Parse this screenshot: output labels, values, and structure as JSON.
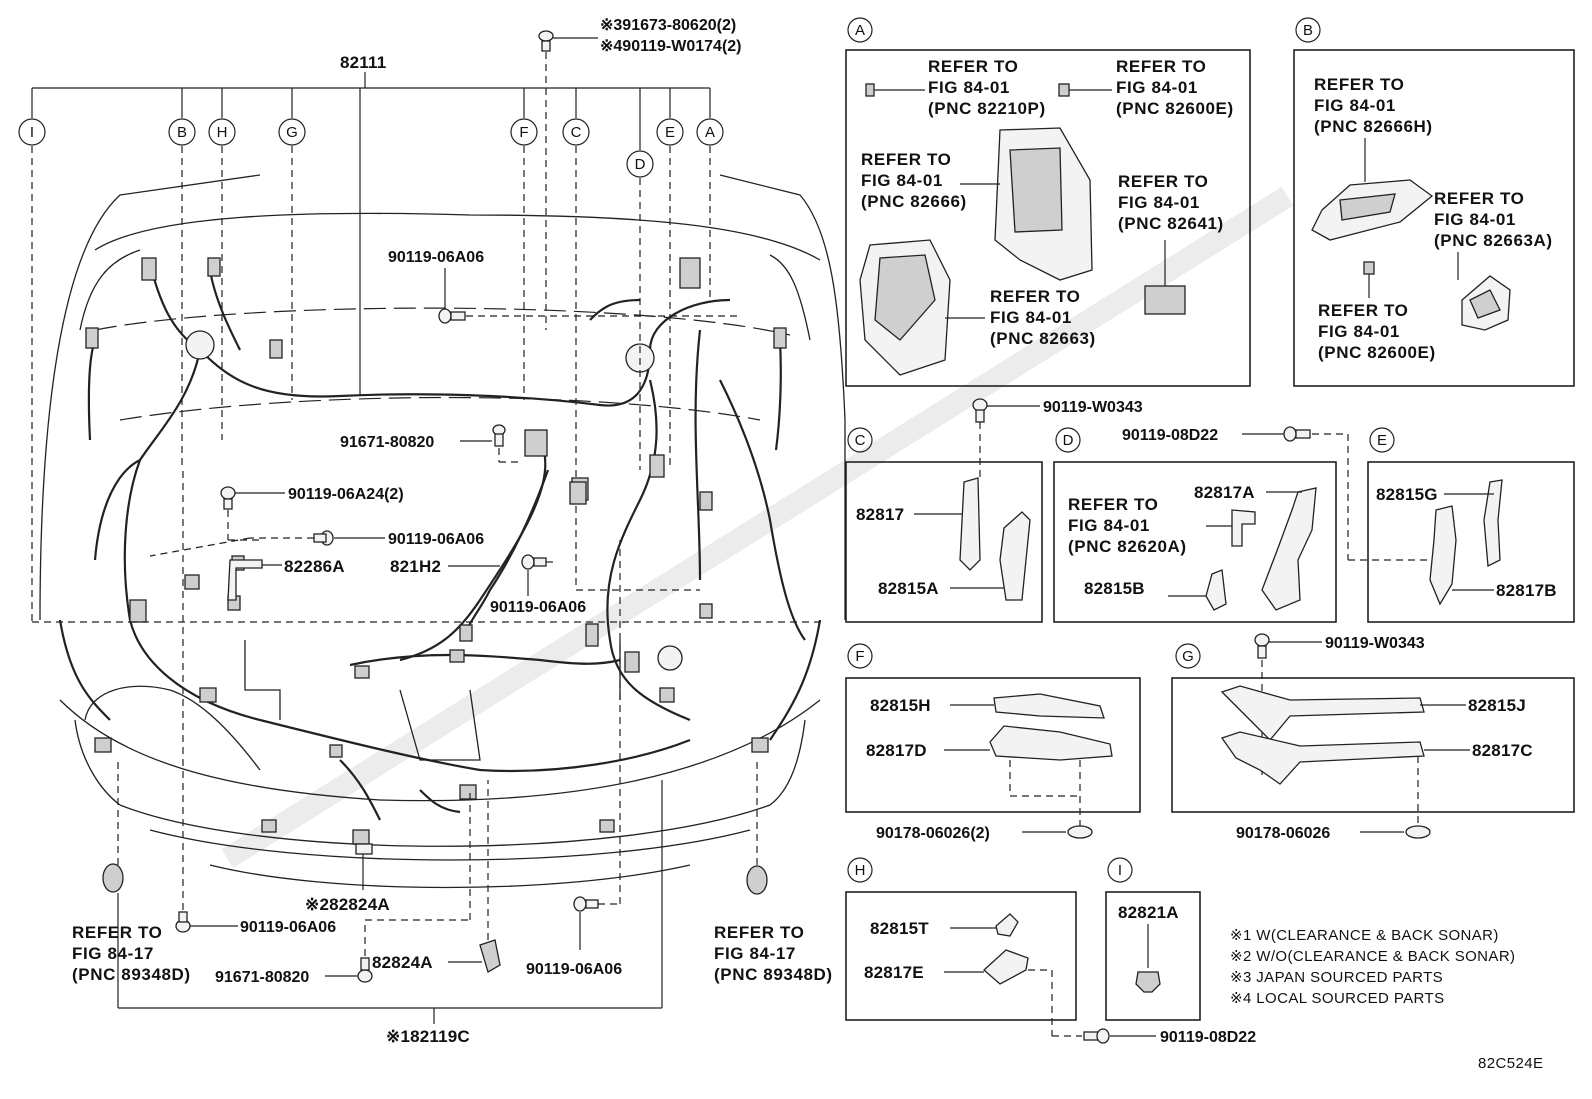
{
  "colors": {
    "ink": "#111111",
    "background": "#ffffff",
    "watermark": "#e2e2e2"
  },
  "main": {
    "top_part": "82111",
    "callouts": [
      "I",
      "B",
      "H",
      "G",
      "F",
      "C",
      "D",
      "E",
      "A"
    ],
    "labels": {
      "p_91673": "※391673-80620(2)",
      "p_90119_w0174": "※490119-W0174(2)",
      "p_90119_06A06_a": "90119-06A06",
      "p_91671_a": "91671-80820",
      "p_90119_06A24": "90119-06A24(2)",
      "p_90119_06A06_b": "90119-06A06",
      "p_82286A": "82286A",
      "p_821H2": "821H2",
      "p_90119_06A06_c": "90119-06A06",
      "p_82824A_note": "※282824A",
      "p_90119_06A06_d": "90119-06A06",
      "p_82824A": "82824A",
      "p_91671_b": "91671-80820",
      "p_90119_06A06_e": "90119-06A06",
      "p_82119C": "※182119C"
    },
    "ref_left": [
      "REFER TO",
      "FIG 84-17",
      "(PNC 89348D)"
    ],
    "ref_right": [
      "REFER TO",
      "FIG 84-17",
      "(PNC 89348D)"
    ]
  },
  "panel_A": {
    "letter": "A",
    "ref1": [
      "REFER TO",
      "FIG 84-01",
      "(PNC 82210P)"
    ],
    "ref2": [
      "REFER TO",
      "FIG 84-01",
      "(PNC 82600E)"
    ],
    "ref3": [
      "REFER TO",
      "FIG 84-01",
      "(PNC 82666)"
    ],
    "ref4": [
      "REFER TO",
      "FIG 84-01",
      "(PNC 82641)"
    ],
    "ref5": [
      "REFER TO",
      "FIG 84-01",
      "(PNC 82663)"
    ]
  },
  "panel_B": {
    "letter": "B",
    "ref1": [
      "REFER TO",
      "FIG 84-01",
      "(PNC 82666H)"
    ],
    "ref2": [
      "REFER TO",
      "FIG 84-01",
      "(PNC 82663A)"
    ],
    "ref3": [
      "REFER TO",
      "FIG 84-01",
      "(PNC 82600E)"
    ]
  },
  "panel_C": {
    "letter": "C",
    "bolt": "90119-W0343",
    "p1": "82817",
    "p2": "82815A"
  },
  "panel_D": {
    "letter": "D",
    "bolt": "90119-08D22",
    "p1": "82817A",
    "p2": "82815B",
    "ref": [
      "REFER TO",
      "FIG 84-01",
      "(PNC 82620A)"
    ]
  },
  "panel_E": {
    "letter": "E",
    "p1": "82815G",
    "p2": "82817B"
  },
  "panel_F": {
    "letter": "F",
    "p1": "82815H",
    "p2": "82817D",
    "clip": "90178-06026(2)"
  },
  "panel_G": {
    "letter": "G",
    "bolt": "90119-W0343",
    "p1": "82815J",
    "p2": "82817C",
    "clip": "90178-06026"
  },
  "panel_H": {
    "letter": "H",
    "p1": "82815T",
    "p2": "82817E",
    "bolt": "90119-08D22"
  },
  "panel_I": {
    "letter": "I",
    "p1": "82821A"
  },
  "notes": [
    "※1 W(CLEARANCE & BACK SONAR)",
    "※2 W/O(CLEARANCE & BACK SONAR)",
    "※3 JAPAN SOURCED PARTS",
    "※4 LOCAL SOURCED PARTS"
  ],
  "diagram_code": "82C524E"
}
